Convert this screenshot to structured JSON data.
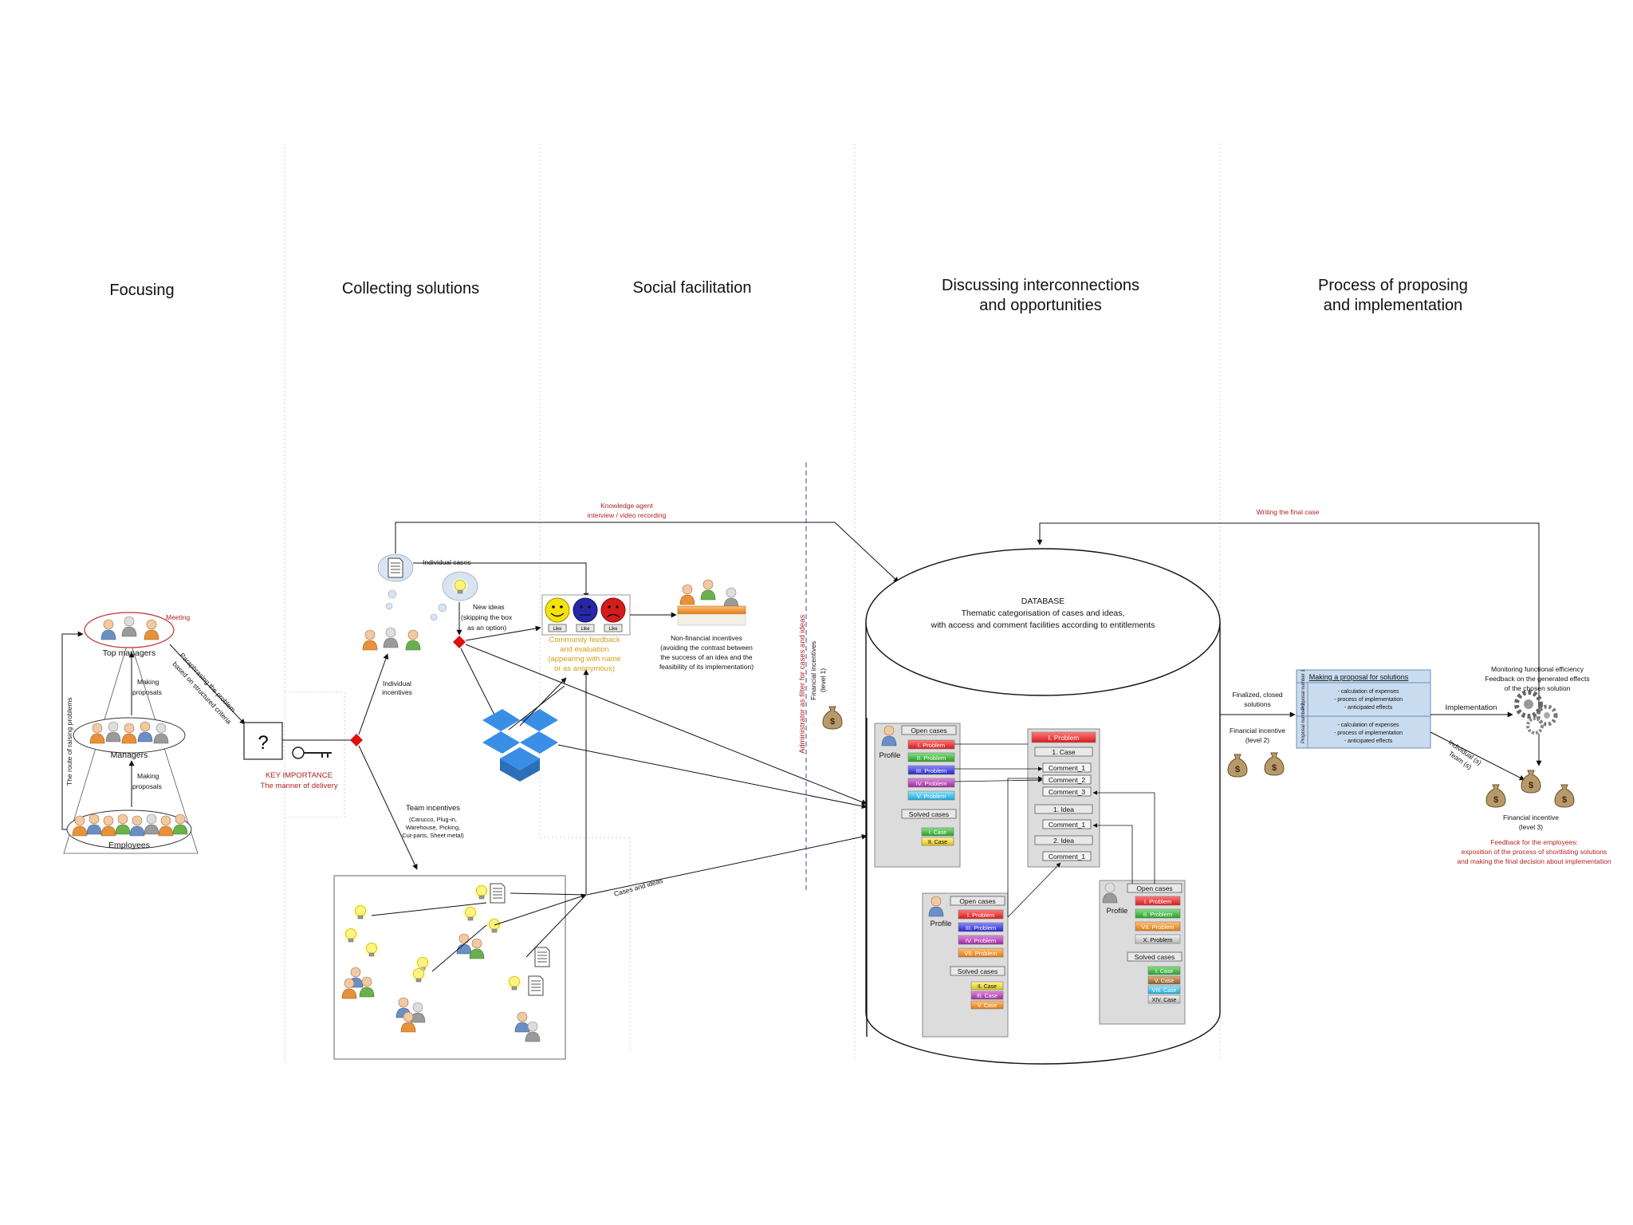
{
  "headers": {
    "focusing": "Focusing",
    "collecting": "Collecting solutions",
    "social": "Social facilitation",
    "discussing_1": "Discussing interconnections",
    "discussing_2": "and opportunities",
    "proposing_1": "Process of proposing",
    "proposing_2": "and implementation"
  },
  "focusing": {
    "meeting": "Meeting",
    "top_managers": "Top managers",
    "managers": "Managers",
    "employees": "Employees",
    "making_proposals_1": "Making",
    "making_proposals_2": "proposals",
    "route": "The route of raising problems",
    "paraphrasing_1": "Paraphrasing the problem",
    "paraphrasing_2": "based on structured criteria"
  },
  "collecting": {
    "question_mark": "?",
    "key_importance": "KEY IMPORTANCE",
    "manner": "The manner of delivery",
    "individual_incentives_1": "Individual",
    "individual_incentives_2": "incentives",
    "individual_cases": "Individual cases",
    "new_ideas_1": "New ideas",
    "new_ideas_2": "(skipping the box",
    "new_ideas_3": "as an option)",
    "team_incentives": "Team incentives",
    "team_detail_1": "(Carucco, Plug-in,",
    "team_detail_2": "Warehouse, Picking,",
    "team_detail_3": "Cut-parts, Sheet metal)",
    "cases_and_ideas": "Cases and ideas"
  },
  "social": {
    "knowledge_agent_1": "Knowledge agent",
    "knowledge_agent_2": "interview / video recording",
    "like": "Like",
    "community_1": "Community feedback",
    "community_2": "and evaluation",
    "community_3": "(appearing with name",
    "community_4": "or as anonymous)",
    "nonfin_1": "Non-financial incentives",
    "nonfin_2": "(avoiding the contrast between",
    "nonfin_3": "the success of an idea and the",
    "nonfin_4": "feasibility of its implementation)",
    "administrator": "Administrator as filter for cases and ideas",
    "financial_1": "Financial incentives",
    "financial_2": "(level 1)"
  },
  "database": {
    "title": "DATABASE",
    "line1": "Thematic categorisation of cases and ideas,",
    "line2": "with access and comment facilities according to entitlements",
    "open_cases": "Open cases",
    "solved_cases": "Solved cases",
    "profile": "Profile",
    "p1_open": [
      "I. Problem",
      "II. Problem",
      "III. Problem",
      "IV. Problem",
      "V. Problem"
    ],
    "p1_solved": [
      "I. Case",
      "II. Case"
    ],
    "p2_open": [
      "I. Problem",
      "III. Problem",
      "IV. Problem",
      "VII. Problem"
    ],
    "p2_solved": [
      "II. Case",
      "III. Case",
      "V. Case"
    ],
    "p3_open": [
      "I. Problem",
      "II. Problem",
      "VII. Problem",
      "X. Problem"
    ],
    "p3_solved": [
      "I. Case",
      "V. Case",
      "VIII. Case",
      "XIV. Case"
    ],
    "center": [
      "I. Problem",
      "1. Case",
      "Comment_1",
      "Comment_2",
      "Comment_3",
      "1. Idea",
      "Comment_1",
      "2. Idea",
      "Comment_1"
    ]
  },
  "proposing": {
    "writing_final": "Writing the final case",
    "finalized_1": "Finalized, closed",
    "finalized_2": "solutions",
    "fin2_1": "Financial incentive",
    "fin2_2": "(level 2)",
    "proposal_title": "Making a proposal for solutions",
    "proposal_tag_1": "Proposal number 1",
    "proposal_tag_2": "Proposal number 2",
    "calc": "- calculation of expenses",
    "process": "- process of implementation",
    "effects": "- anticipated effects",
    "implementation": "Implementation",
    "individual_team_1": "Individual (s)",
    "individual_team_2": "Team (s)",
    "monitor_1": "Monitoring functional efficiency",
    "monitor_2": "Feedback on the generated effects",
    "monitor_3": "of the chosen solution",
    "fin3_1": "Financial incentive",
    "fin3_2": "(level 3)",
    "feedback_1": "Feedback for the employees:",
    "feedback_2": "exposition of the process of shortlisting solutions",
    "feedback_3": "and making the final decision about implementation"
  },
  "icons": [
    "people-group-icon",
    "question-mark-box-icon",
    "key-icon",
    "document-icon",
    "lightbulb-icon",
    "dropbox-icon",
    "smiley-icon",
    "money-bag-icon",
    "gears-icon"
  ],
  "colors": {
    "accent_red": "#b22222",
    "diamond": "#dd1111",
    "gold_text": "#d4a017",
    "dropbox_blue": "#3a8ee6",
    "proposal_blue": "#c9dcef"
  }
}
